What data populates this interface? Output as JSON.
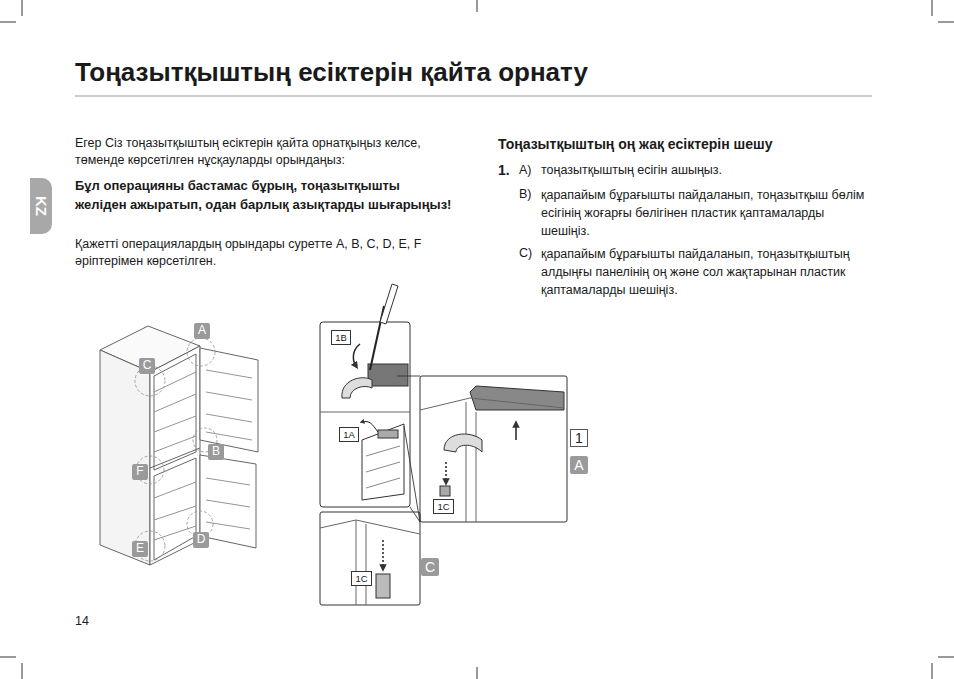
{
  "diagram": {
    "title": "Тоңазытқыштың есіктерін қайта орнату",
    "nodes": [
      {
        "text": [
          "KZ"
        ]
      },
      {
        "text": [
          "A"
        ]
      },
      {
        "text": [
          "C"
        ]
      },
      {
        "text": [
          "B"
        ]
      },
      {
        "text": [
          "F"
        ]
      },
      {
        "text": [
          "D"
        ]
      },
      {
        "text": [
          "E"
        ]
      },
      {
        "text": [
          "1B"
        ]
      },
      {
        "text": [
          "1A"
        ]
      },
      {
        "text": [
          "1"
        ]
      },
      {
        "text": [
          "A"
        ]
      },
      {
        "text": [
          "1C"
        ]
      },
      {
        "text": [
          "C"
        ]
      },
      {
        "text": [
          "1C"
        ]
      }
    ],
    "labels": [
      "Егер Сіз тоңазытқыштың есіктерін қайта орнатқыңыз келсе, төменде көрсетілген нұсқауларды орындаңыз:",
      "Бұл операцияны бастамас бұрың, тоңазытқышты желіден ажыратып, одан барлық азықтарды шығарыңыз!",
      "Қажетті операциялардың орындары суретте A, B, C, D, E, F әріптерімен көрсетілген.",
      "Тоңазытқыштың оң жақ есіктерін шешу",
      "1.",
      "A)",
      "тоңазытқыштың есігін ашыңыз.",
      "B)",
      "қарапайым бұрағышты пайдаланып, тоңазытқыш бөлім есігінің жоғарғы бөлігінен пластик қаптамаларды шешіңіз.",
      "C)",
      "қарапайым бұрағышты пайдаланып, тоңазытқыштың алдыңғы панелінің оң және сол жақтарынан пластик қаптамаларды шешіңіз.",
      "14"
    ]
  }
}
